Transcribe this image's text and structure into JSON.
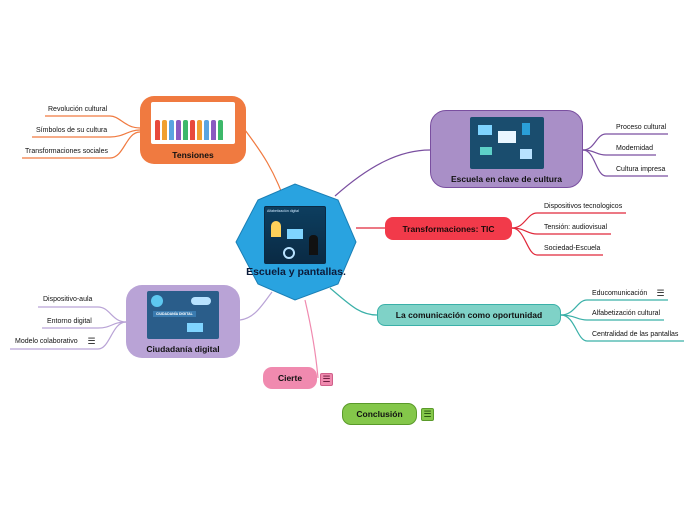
{
  "colors": {
    "center": "#29a3e0",
    "tensiones": "#f07a40",
    "escuela": "#a98fc7",
    "tic": "#f23a4a",
    "comunicacion": "#7fd2c7",
    "ciudadania": "#b9a3d6",
    "cierte": "#f08aaf",
    "conclusion": "#84c74a"
  },
  "center": {
    "title": "Escuela y pantallas.",
    "image_caption": "Alfabetización digital"
  },
  "nodes": {
    "tensiones": {
      "label": "Tensiones",
      "leaves": [
        "Revolución cultural",
        "Símbolos de su cultura",
        "Transformaciones sociales"
      ]
    },
    "escuela_clave": {
      "label": "Escuela en clave de cultura",
      "leaves": [
        "Proceso cultural",
        "Modernidad",
        "Cultura impresa"
      ]
    },
    "tic": {
      "label": "Transformaciones: TIC",
      "leaves": [
        "Dispositivos tecnologicos",
        "Tensión: audiovisual",
        "Sociedad-Escuela"
      ]
    },
    "comunicacion": {
      "label": "La comunicación como oportunidad",
      "leaves": [
        "Educomunicación",
        "Alfabetización cultural",
        "Centralidad de las pantallas"
      ]
    },
    "ciudadania": {
      "label": "Ciudadanía digital",
      "image_caption": "CIUDADANÍA DIGITAL",
      "leaves": [
        "Dispositivo-aula",
        "Entorno digital",
        "Modelo colaborativo"
      ]
    },
    "cierte": {
      "label": "Cierte"
    },
    "conclusion": {
      "label": "Conclusión"
    }
  },
  "icons": {
    "note": "notes-icon",
    "hamburger": "☰"
  }
}
